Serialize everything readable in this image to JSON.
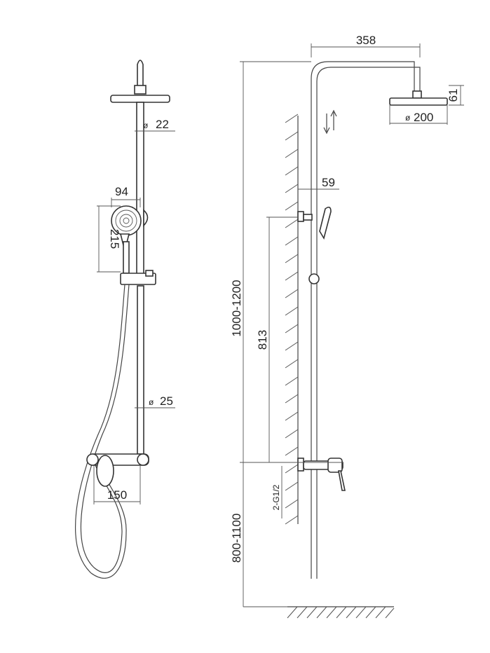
{
  "front_view": {
    "dia_top_pipe": "22",
    "hand_shower_width": "94",
    "hand_shower_height": "215",
    "dia_bottom_pipe": "25",
    "valve_centers": "150"
  },
  "side_view": {
    "overhead_arm_length": "358",
    "head_thickness": "61",
    "head_diameter": "200",
    "wall_offset": "59",
    "bracket_height": "813",
    "total_height": "1000-1200",
    "inlet": "2-G1/2",
    "valve_height": "800-1100"
  },
  "symbols": {
    "diameter": "ø"
  }
}
